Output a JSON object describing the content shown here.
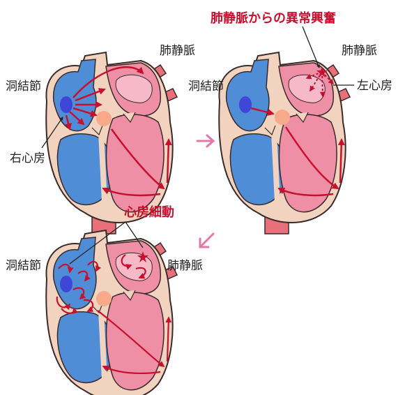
{
  "labels": {
    "pulmonary_vein": "肺静脈",
    "sinus_node": "洞結節",
    "right_atrium": "右心房",
    "left_atrium": "左心房",
    "ectopic_excitation": "肺静脈からの異常興奮",
    "atrial_fibrillation": "心房細動"
  },
  "colors": {
    "right_heart": "#4f8dd6",
    "left_heart": "#ee8fa6",
    "left_heart_light": "#f7b9c8",
    "wall": "#f2d3bf",
    "outline": "#3a2a2a",
    "sinus_node": "#3f45d6",
    "av_node": "#f7a98a",
    "arrow": "#c8102e",
    "step_arrow": "#e07aa8",
    "aorta": "#e8707a"
  }
}
